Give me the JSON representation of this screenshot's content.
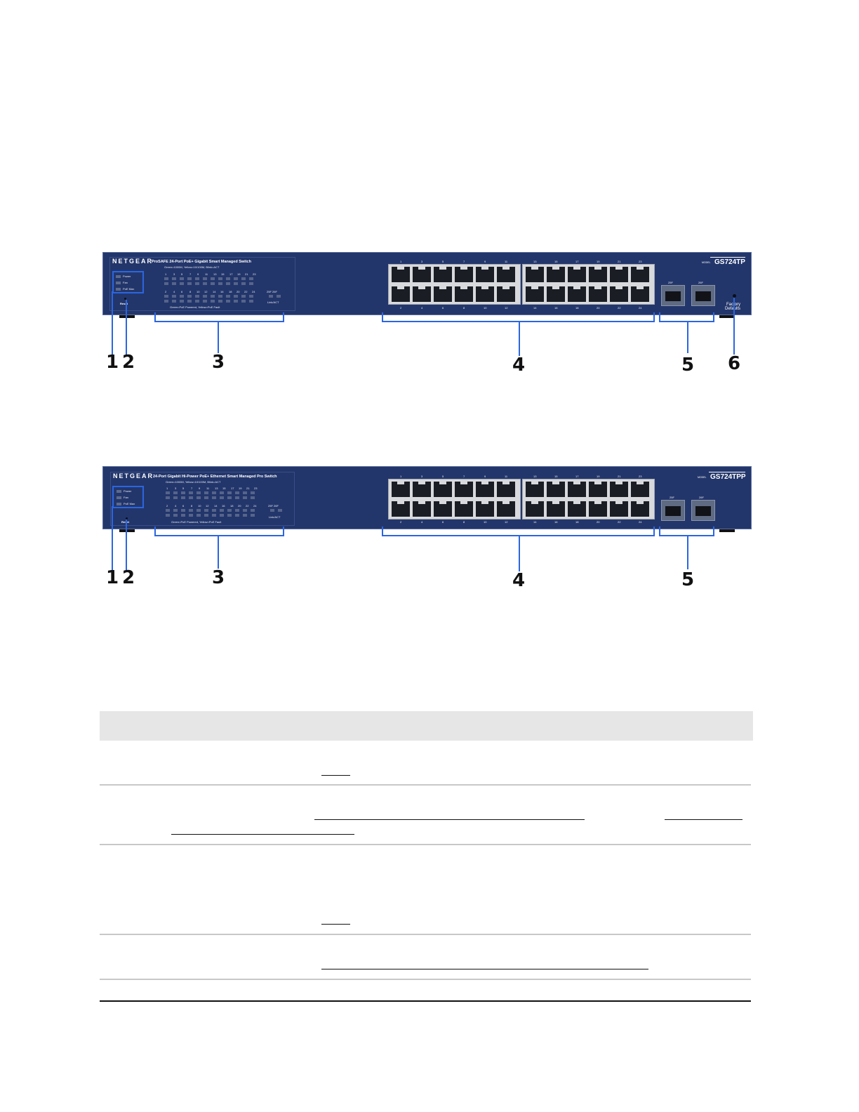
{
  "switches": [
    {
      "brand": "NETGEAR",
      "title": "ProSAFE 24-Port PoE+ Gigabit Smart Managed Switch",
      "speed_legend": "Green=1000M, Yellow=10/100M, Blink=ACT",
      "poe_legend": "Green=PoE Powered, Yellow=PoE Fault",
      "model_label": "MODEL",
      "model": "GS724TP",
      "system_leds": [
        "Power",
        "Fan",
        "PoE Max"
      ],
      "reset_label": "Reset",
      "led_top_numbers": [
        "1",
        "3",
        "5",
        "7",
        "9",
        "11",
        "13",
        "15",
        "17",
        "19",
        "21",
        "23"
      ],
      "led_bottom_numbers": [
        "2",
        "4",
        "6",
        "8",
        "10",
        "12",
        "14",
        "16",
        "18",
        "20",
        "22",
        "24"
      ],
      "sfp_led_labels": "25F 26F",
      "link_act_label": "Link/ACT",
      "port_top_numbers": [
        "1",
        "3",
        "5",
        "7",
        "9",
        "11",
        "13",
        "15",
        "17",
        "19",
        "21",
        "23"
      ],
      "port_bottom_numbers": [
        "2",
        "4",
        "6",
        "8",
        "10",
        "12",
        "14",
        "16",
        "18",
        "20",
        "22",
        "24"
      ],
      "sfp_labels": [
        "25F",
        "26F"
      ],
      "factory_label_1": "Factory",
      "factory_label_2": "Defaults",
      "callouts": [
        "1",
        "2",
        "3",
        "4",
        "5",
        "6"
      ]
    },
    {
      "brand": "NETGEAR",
      "title": "24-Port Gigabit Hi-Power PoE+ Ethernet Smart Managed Pro Switch",
      "speed_legend": "Green=1000M, Yellow=10/100M, Blink=ACT",
      "poe_legend": "Green=PoE Powered, Yellow=PoE Fault",
      "model_label": "MODEL",
      "model": "GS724TPP",
      "system_leds": [
        "Power",
        "Fan",
        "PoE Max"
      ],
      "reset_label": "Reset",
      "led_top_numbers": [
        "1",
        "3",
        "5",
        "7",
        "9",
        "11",
        "13",
        "15",
        "17",
        "19",
        "21",
        "23"
      ],
      "led_bottom_numbers": [
        "2",
        "4",
        "6",
        "8",
        "10",
        "12",
        "14",
        "16",
        "18",
        "20",
        "22",
        "24"
      ],
      "sfp_led_labels": "25F 26F",
      "link_act_label": "Link/ACT",
      "port_top_numbers": [
        "1",
        "3",
        "5",
        "7",
        "9",
        "11",
        "13",
        "15",
        "17",
        "19",
        "21",
        "23"
      ],
      "port_bottom_numbers": [
        "2",
        "4",
        "6",
        "8",
        "10",
        "12",
        "14",
        "16",
        "18",
        "20",
        "22",
        "24"
      ],
      "sfp_labels": [
        "25F",
        "26F"
      ],
      "callouts": [
        "1",
        "2",
        "3",
        "4",
        "5"
      ]
    }
  ],
  "colors": {
    "chassis": "#23366b",
    "highlight": "#2b66e0",
    "table_header": "#e6e6e6",
    "rule": "#c8c8c8"
  }
}
